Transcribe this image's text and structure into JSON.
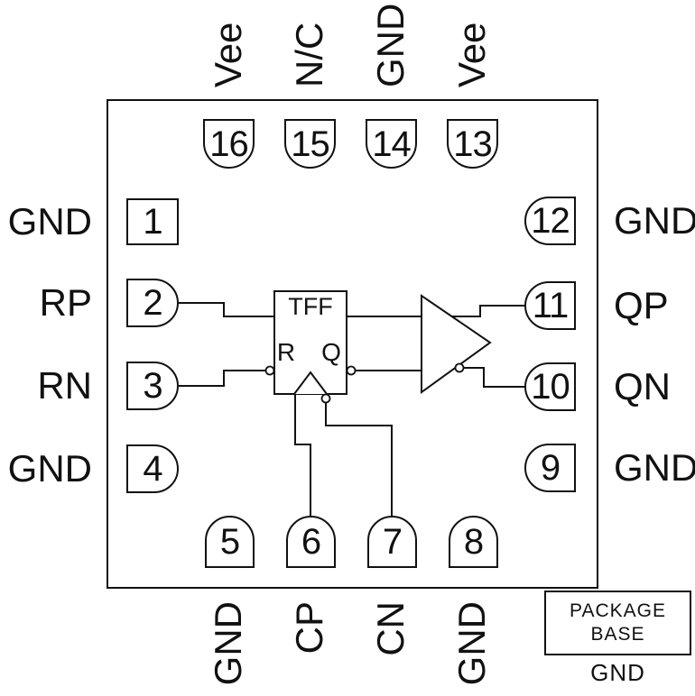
{
  "pins": {
    "top": [
      {
        "number": "16",
        "label": "Vee"
      },
      {
        "number": "15",
        "label": "N/C"
      },
      {
        "number": "14",
        "label": "GND"
      },
      {
        "number": "13",
        "label": "Vee"
      }
    ],
    "left": [
      {
        "number": "1",
        "label": "GND"
      },
      {
        "number": "2",
        "label": "RP"
      },
      {
        "number": "3",
        "label": "RN"
      },
      {
        "number": "4",
        "label": "GND"
      }
    ],
    "right": [
      {
        "number": "12",
        "label": "GND"
      },
      {
        "number": "11",
        "label": "QP"
      },
      {
        "number": "10",
        "label": "QN"
      },
      {
        "number": "9",
        "label": "GND"
      }
    ],
    "bottom": [
      {
        "number": "5",
        "label": "GND"
      },
      {
        "number": "6",
        "label": "CP"
      },
      {
        "number": "7",
        "label": "CN"
      },
      {
        "number": "8",
        "label": "GND"
      }
    ]
  },
  "flipflop": {
    "title": "TFF",
    "reset_port": "R",
    "output_port": "Q"
  },
  "package_base": {
    "title_line1": "PACKAGE",
    "title_line2": "BASE",
    "ground": "GND"
  },
  "colors": {
    "line": "#111111",
    "background": "#ffffff"
  }
}
